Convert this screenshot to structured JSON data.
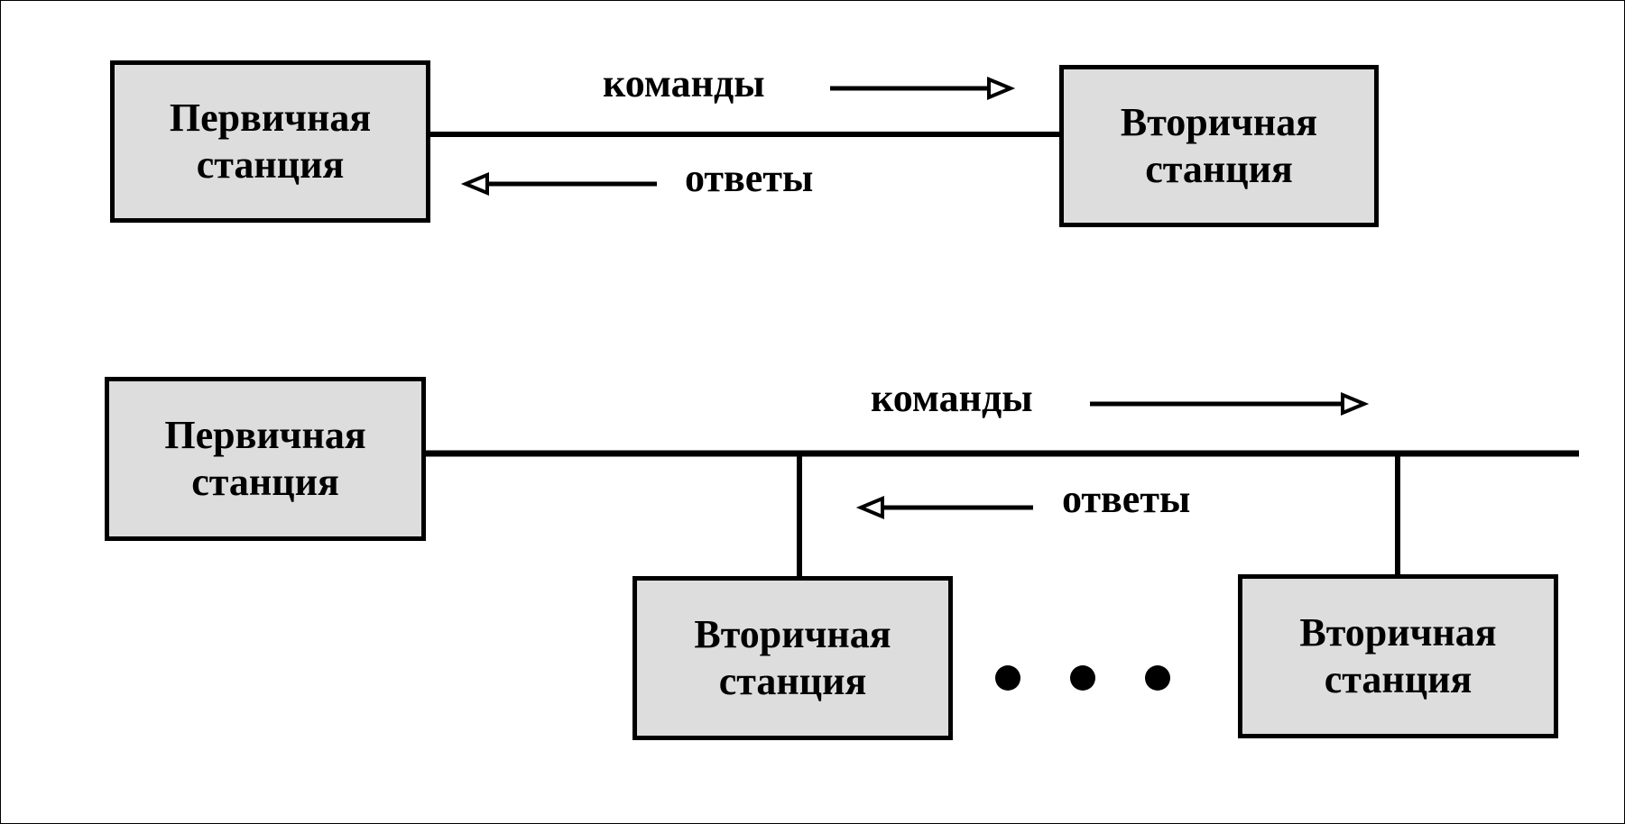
{
  "colors": {
    "box_fill": "#dddddd",
    "stroke": "#000000",
    "background": "#ffffff"
  },
  "top_diagram": {
    "primary": {
      "line1": "Первичная",
      "line2": "станция"
    },
    "secondary": {
      "line1": "Вторичная",
      "line2": "станция"
    },
    "commands_label": "команды",
    "responses_label": "ответы"
  },
  "bottom_diagram": {
    "primary": {
      "line1": "Первичная",
      "line2": "станция"
    },
    "secondaries": [
      {
        "line1": "Вторичная",
        "line2": "станция"
      },
      {
        "line1": "Вторичная",
        "line2": "станция"
      }
    ],
    "commands_label": "команды",
    "responses_label": "ответы",
    "ellipsis_dots": 3
  }
}
